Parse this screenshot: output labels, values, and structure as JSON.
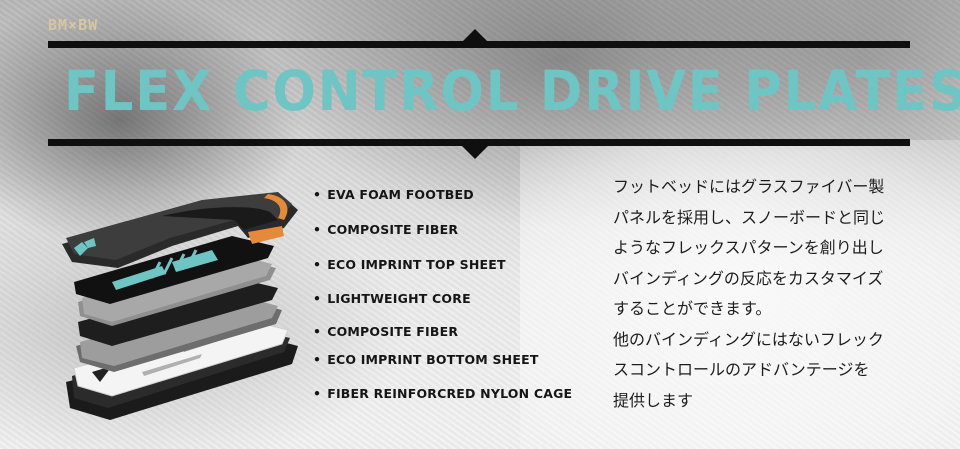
{
  "brand": "BM×BW",
  "title": "FLEX CONTROL DRIVE PLATES",
  "accent_color": "#6ec5c4",
  "layers": [
    "EVA FOAM FOOTBED",
    "COMPOSITE FIBER",
    "ECO IMPRINT TOP SHEET",
    "LIGHTWEIGHT CORE",
    "COMPOSITE FIBER",
    "ECO IMPRINT BOTTOM SHEET",
    "FIBER REINFORCRED NYLON CAGE"
  ],
  "bullet": "•",
  "description_lines": [
    "フットベッドにはグラスファイバー製",
    "パネルを採用し、スノーボードと同じ",
    "ようなフレックスパターンを創り出し",
    "バインディングの反応をカスタマイズ",
    "することができます。",
    "他のバインディングにはないフレック",
    "スコントロールのアドバンテージを",
    "提供します"
  ]
}
